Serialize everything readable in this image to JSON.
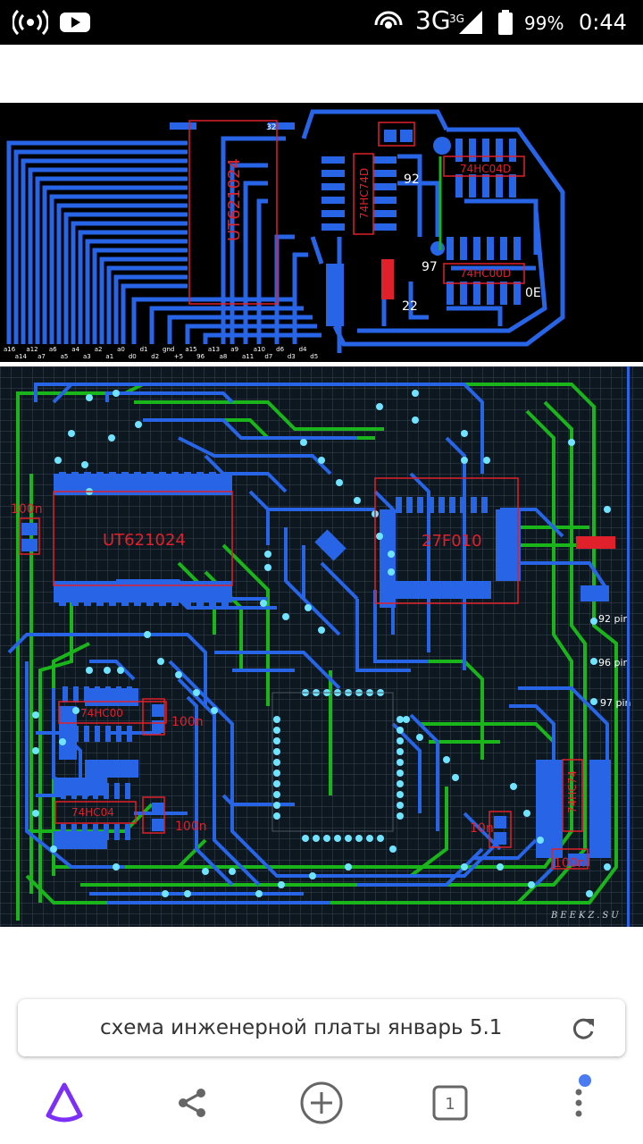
{
  "status_bar": {
    "network": "3G",
    "network_superscript": "3G",
    "battery": "99%",
    "time": "0:44",
    "icons": [
      "hotspot-icon",
      "youtube-icon",
      "wifi-icon",
      "signal-icon",
      "battery-icon"
    ]
  },
  "image": {
    "top_board": {
      "chip_main": "UT621024",
      "chip_a": "74HC74D",
      "chip_b": "74HC04D",
      "chip_c": "74HC00D",
      "pin_labels": [
        "92",
        "97",
        "22",
        "0E"
      ],
      "pin_top_marker": "32",
      "edge_labels": [
        "a16",
        "a14",
        "a12",
        "a7",
        "a6",
        "a5",
        "a4",
        "a3",
        "a2",
        "a1",
        "a0",
        "d0",
        "d1",
        "d2",
        "gnd",
        "+5",
        "a15",
        "96",
        "a13",
        "a8",
        "a9",
        "a11",
        "a10",
        "d7",
        "d6",
        "d3",
        "d4",
        "d5"
      ]
    },
    "bottom_board": {
      "chip_ram": "UT621024",
      "chip_rom": "27F010",
      "chip_logic1": "74HC00",
      "chip_logic2": "74HC04",
      "chip_logic3": "74HC74",
      "cap_labels": [
        "100n",
        "100n",
        "100n",
        "10n",
        "100n"
      ],
      "pin_notes": [
        "92 pin",
        "96 pin",
        "97 pin"
      ],
      "watermark": "BEEKZ.SU"
    }
  },
  "omnibox": {
    "query": "схема инженерной платы январь 5.1"
  },
  "bottom_nav": {
    "tab_count": "1"
  },
  "colors": {
    "blue_trace": "#2864e6",
    "green_trace": "#1ab51a",
    "pad_cyan": "#6fe3ff",
    "silkscreen_red": "#e0202b",
    "alice_purple": "#7b2ff7",
    "notification_dot": "#4a7bf2"
  }
}
